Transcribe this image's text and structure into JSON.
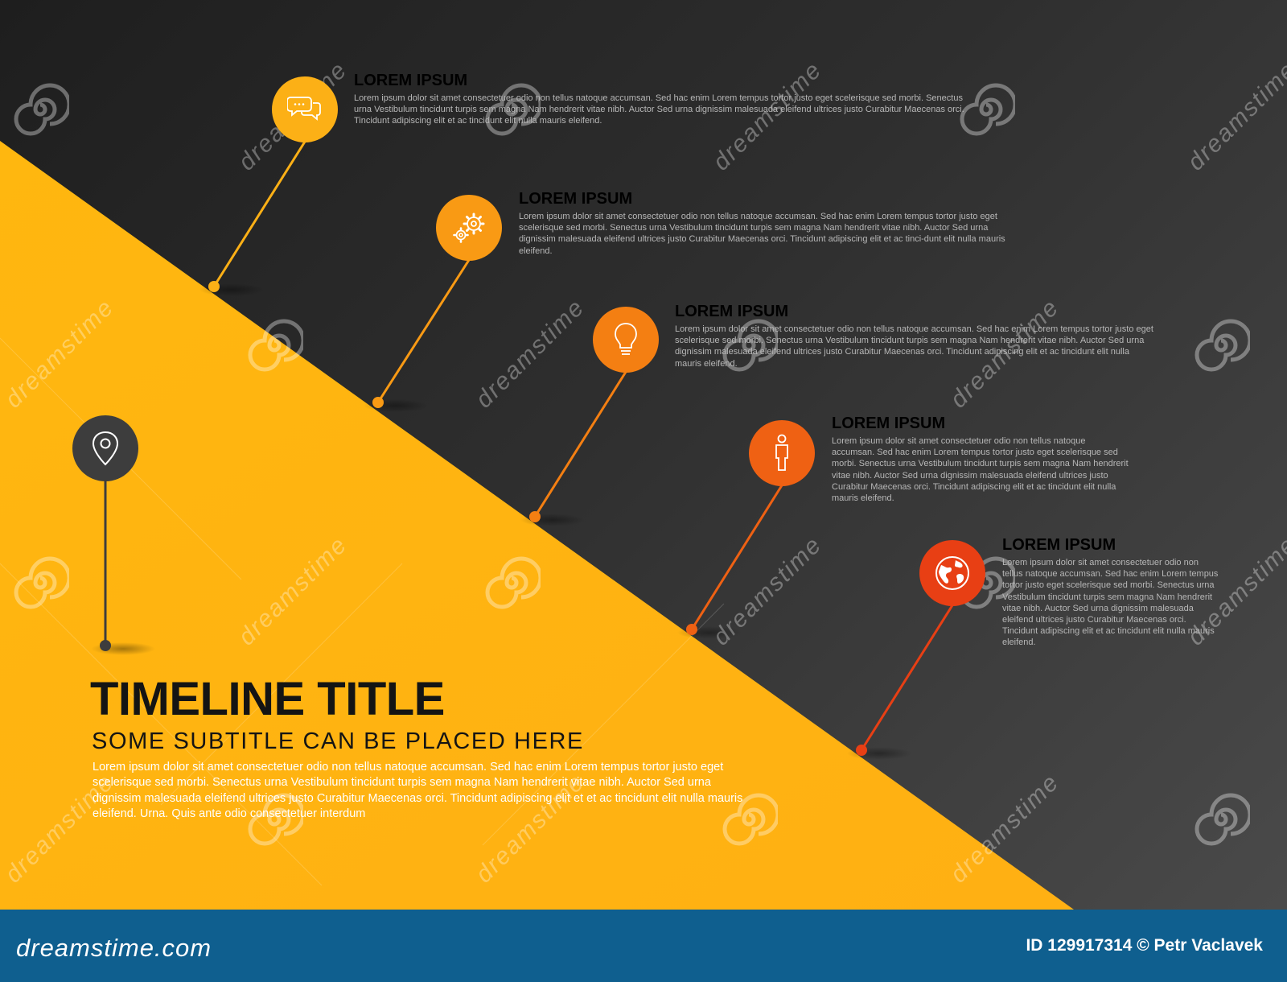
{
  "diagram": {
    "title": "TIMELINE TITLE",
    "subtitle": "SOME SUBTITLE CAN BE PLACED HERE",
    "description": "Lorem ipsum dolor sit amet consectetuer odio non tellus natoque accumsan. Sed hac enim Lorem tempus tortor justo eget scelerisque sed morbi. Senectus urna Vestibulum tincidunt turpis sem magna Nam hendrerit vitae nibh. Auctor Sed urna dignissim malesuada eleifend ultrices justo Curabitur Maecenas orci. Tincidunt adipiscing elit et et ac tincidunt elit nulla mauris eleifend. Urna. Quis ante odio consectetuer interdum",
    "start_pin_icon": "location-marker-icon",
    "items": [
      {
        "title": "LOREM IPSUM",
        "icon": "speech-bubbles-icon",
        "color": "#fcb016",
        "text": "Lorem ipsum dolor sit amet consectetuer odio non tellus natoque accumsan. Sed hac enim Lorem tempus tortor justo eget scelerisque sed morbi. Senectus urna Vestibulum tincidunt turpis sem magna Nam hendrerit vitae nibh. Auctor Sed urna dignissim malesuada eleifend ultrices justo Curabitur Maecenas orci. Tincidunt adipiscing elit et ac tincidunt elit nulla mauris eleifend."
      },
      {
        "title": "LOREM IPSUM",
        "icon": "gears-icon",
        "color": "#f99a14",
        "text": "Lorem ipsum dolor sit amet consectetuer odio non tellus natoque accumsan. Sed hac enim Lorem tempus tortor justo eget scelerisque sed morbi. Senectus urna Vestibulum tincidunt turpis sem magna Nam hendrerit vitae nibh. Auctor Sed urna dignissim malesuada eleifend ultrices justo Curabitur Maecenas orci. Tincidunt adipiscing elit et ac tinci-dunt elit nulla mauris eleifend."
      },
      {
        "title": "LOREM IPSUM",
        "icon": "lightbulb-icon",
        "color": "#f47f12",
        "text": "Lorem ipsum dolor sit amet consectetuer odio non tellus natoque accumsan. Sed hac enim Lorem tempus tortor justo eget scelerisque sed morbi. Senectus urna Vestibulum tincidunt turpis sem magna Nam hendrerit vitae nibh. Auctor Sed urna dignissim malesuada eleifend ultrices justo Curabitur Maecenas orci. Tincidunt adipiscing elit et ac tincidunt elit nulla mauris eleifend."
      },
      {
        "title": "LOREM IPSUM",
        "icon": "person-icon",
        "color": "#ef6113",
        "text": "Lorem ipsum dolor sit amet consectetuer odio non tellus natoque accumsan. Sed hac enim Lorem tempus tortor justo eget scelerisque sed morbi. Senectus urna Vestibulum tincidunt turpis sem magna Nam hendrerit vitae nibh. Auctor Sed urna dignissim malesuada eleifend ultrices justo Curabitur Maecenas orci. Tincidunt adipiscing elit et ac tincidunt elit nulla mauris eleifend."
      },
      {
        "title": "LOREM IPSUM",
        "icon": "globe-icon",
        "color": "#e83f14",
        "text": "Lorem ipsum dolor sit amet consectetuer odio non tellus natoque accumsan. Sed hac enim Lorem tempus tortor justo eget scelerisque sed morbi. Senectus urna Vestibulum tincidunt turpis sem magna Nam hendrerit vitae nibh. Auctor Sed urna dignissim malesuada eleifend ultrices justo Curabitur Maecenas orci. Tincidunt adipiscing elit et ac tincidunt elit nulla mauris eleifend."
      }
    ]
  },
  "watermark": {
    "text": "dreamstime"
  },
  "footer": {
    "logo": "dreamstime.com",
    "credit": "ID 129917314 © Petr Vaclavek"
  },
  "colors": {
    "accent_yellow": "#ffb511",
    "dark_background": "#2b2b2b",
    "footer": "#0f5f8f",
    "start_pin": "#3d3d3d"
  }
}
